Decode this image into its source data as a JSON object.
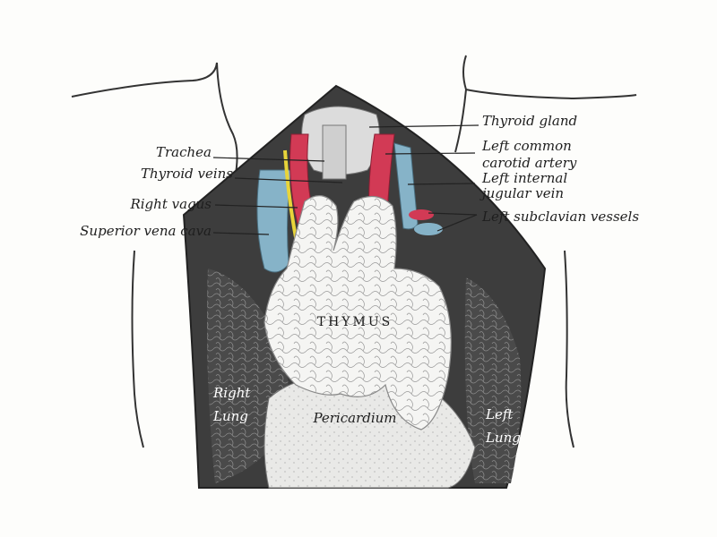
{
  "labels": {
    "trachea": "Trachea",
    "thyroid_veins": "Thyroid veins",
    "right_vagus": "Right vagus",
    "superior_vena_cava": "Superior vena cava",
    "thyroid_gland": "Thyroid gland",
    "left_common_line1": "Left common",
    "left_common_line2": "carotid artery",
    "left_internal_line1": "Left internal",
    "left_internal_line2": "jugular vein",
    "left_subclavian": "Left subclavian vessels",
    "thymus": "THYMUS",
    "right_lung_line1": "Right",
    "right_lung_line2": "Lung",
    "pericardium": "Pericardium",
    "left_lung_line1": "Left",
    "left_lung_line2": "Lung"
  },
  "colors": {
    "artery": "#d23a55",
    "vein": "#86b3c8",
    "nerve": "#e8d43a",
    "cavity": "#3a3a3a",
    "thymus": "#f4f4f2"
  }
}
